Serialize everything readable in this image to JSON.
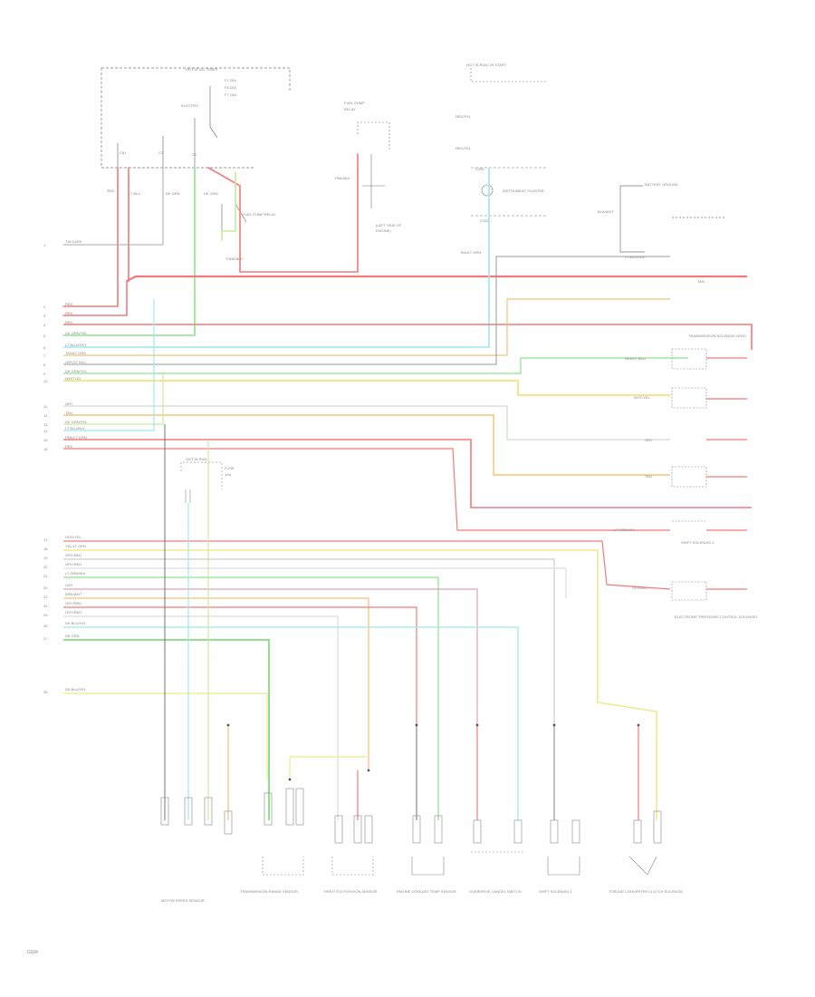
{
  "diagram": {
    "footer_code": "G0J4",
    "colors": {
      "red": "#f47a7a",
      "green": "#8fe08f",
      "light_green": "#c7ec9a",
      "cyan": "#9ee8ec",
      "yellow": "#f2e889",
      "orange": "#f5c27a",
      "pink": "#e7a0b4",
      "gray": "#999999",
      "light_gray": "#cccccc",
      "dark": "#666666"
    },
    "top_labels": {
      "hot_at_all_times_fuse": "HOT AT ALL TIMES",
      "hot_in_run_fuse": "HOT IN RUN OR START",
      "fuel_pump_relay": "FUEL PUMP RELAY",
      "instrument_cluster": "INSTRUMENT CLUSTER",
      "battery": "BATTERY GROUND"
    },
    "bottom_components": [
      "MOTOR SPEED SENSOR",
      "TRANSMISSION RANGE SENSOR",
      "THROTTLE POSITION SENSOR",
      "ENGINE COOLANT TEMP SENSOR",
      "OVERDRIVE CANCEL SWITCH",
      "SHIFT SOLENOID 1",
      "TORQUE CONVERTER CLUTCH SOLENOID"
    ],
    "right_components": [
      "TRANSMISSION SOLENOID BODY",
      "SHIFT SOLENOID 2",
      "ELECTRONIC PRESSURE CONTROL SOLENOID"
    ]
  }
}
